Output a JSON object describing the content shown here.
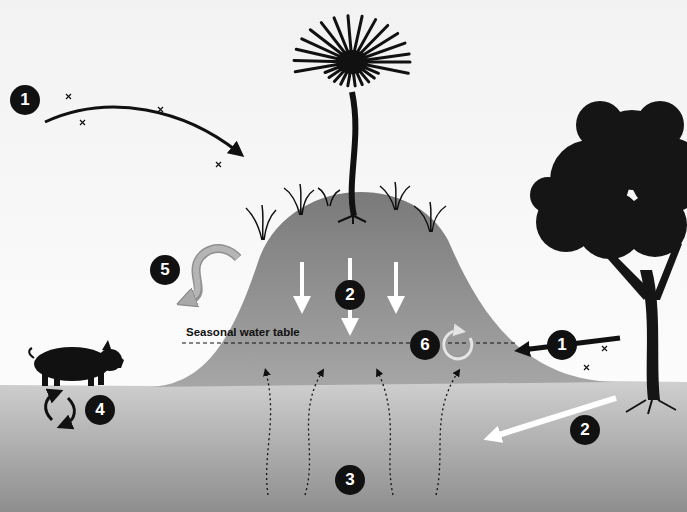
{
  "diagram": {
    "labels": [
      "1",
      "2",
      "3",
      "4",
      "5",
      "6",
      "1",
      "2",
      "Seasonal water table"
    ]
  }
}
